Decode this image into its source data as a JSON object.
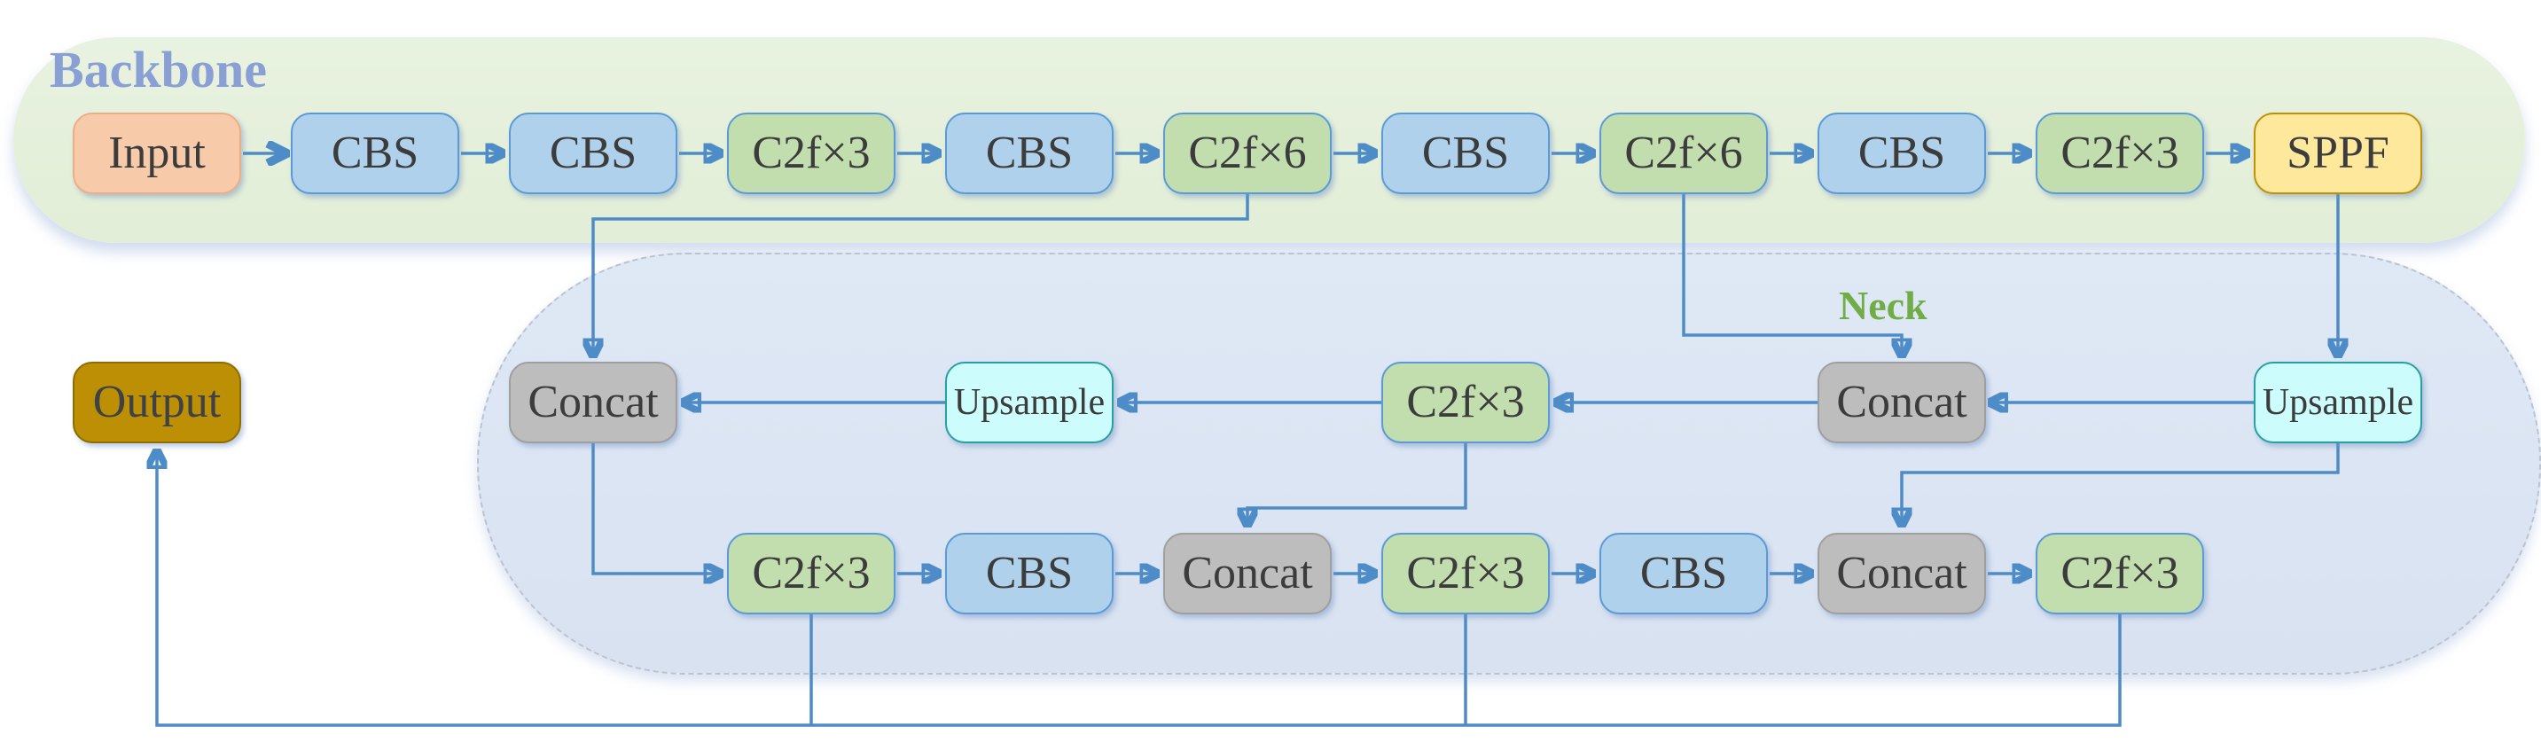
{
  "diagram": {
    "groups": [
      {
        "id": "backbone",
        "label": "Backbone"
      },
      {
        "id": "neck",
        "label": "Neck"
      }
    ],
    "nodes": [
      {
        "id": "input",
        "label": "Input",
        "type": "input"
      },
      {
        "id": "cbs1",
        "label": "CBS",
        "type": "cbs"
      },
      {
        "id": "cbs2",
        "label": "CBS",
        "type": "cbs"
      },
      {
        "id": "c2f3a",
        "label": "C2f×3",
        "type": "c2f"
      },
      {
        "id": "cbs3",
        "label": "CBS",
        "type": "cbs"
      },
      {
        "id": "c2f6a",
        "label": "C2f×6",
        "type": "c2f"
      },
      {
        "id": "cbs4",
        "label": "CBS",
        "type": "cbs"
      },
      {
        "id": "c2f6b",
        "label": "C2f×6",
        "type": "c2f"
      },
      {
        "id": "cbs5",
        "label": "CBS",
        "type": "cbs"
      },
      {
        "id": "c2f3b",
        "label": "C2f×3",
        "type": "c2f"
      },
      {
        "id": "sppf",
        "label": "SPPF",
        "type": "sppf"
      },
      {
        "id": "output",
        "label": "Output",
        "type": "output"
      },
      {
        "id": "concat1",
        "label": "Concat",
        "type": "concat"
      },
      {
        "id": "upsample1",
        "label": "Upsample",
        "type": "upsample"
      },
      {
        "id": "c2f3mid",
        "label": "C2f×3",
        "type": "c2f"
      },
      {
        "id": "concat2",
        "label": "Concat",
        "type": "concat"
      },
      {
        "id": "upsample2",
        "label": "Upsample",
        "type": "upsample"
      },
      {
        "id": "c2f3p3",
        "label": "C2f×3",
        "type": "c2f"
      },
      {
        "id": "cbs6",
        "label": "CBS",
        "type": "cbs"
      },
      {
        "id": "concatb1",
        "label": "Concat",
        "type": "concat"
      },
      {
        "id": "c2f3p4",
        "label": "C2f×3",
        "type": "c2f"
      },
      {
        "id": "cbs7",
        "label": "CBS",
        "type": "cbs"
      },
      {
        "id": "concatb2",
        "label": "Concat",
        "type": "concat"
      },
      {
        "id": "c2f3p5",
        "label": "C2f×3",
        "type": "c2f"
      }
    ],
    "edges": [
      {
        "from": "input",
        "to": "cbs1"
      },
      {
        "from": "cbs1",
        "to": "cbs2"
      },
      {
        "from": "cbs2",
        "to": "c2f3a"
      },
      {
        "from": "c2f3a",
        "to": "cbs3"
      },
      {
        "from": "cbs3",
        "to": "c2f6a"
      },
      {
        "from": "c2f6a",
        "to": "cbs4"
      },
      {
        "from": "cbs4",
        "to": "c2f6b"
      },
      {
        "from": "c2f6b",
        "to": "cbs5"
      },
      {
        "from": "cbs5",
        "to": "c2f3b"
      },
      {
        "from": "c2f3b",
        "to": "sppf"
      },
      {
        "from": "c2f6a",
        "to": "concat1"
      },
      {
        "from": "c2f6b",
        "to": "concat2"
      },
      {
        "from": "sppf",
        "to": "upsample2"
      },
      {
        "from": "upsample2",
        "to": "concat2"
      },
      {
        "from": "concat2",
        "to": "c2f3mid"
      },
      {
        "from": "c2f3mid",
        "to": "upsample1"
      },
      {
        "from": "upsample1",
        "to": "concat1"
      },
      {
        "from": "concat1",
        "to": "c2f3p3"
      },
      {
        "from": "c2f3p3",
        "to": "cbs6"
      },
      {
        "from": "cbs6",
        "to": "concatb1"
      },
      {
        "from": "concatb1",
        "to": "c2f3p4"
      },
      {
        "from": "c2f3p4",
        "to": "cbs7"
      },
      {
        "from": "cbs7",
        "to": "concatb2"
      },
      {
        "from": "concatb2",
        "to": "c2f3p5"
      },
      {
        "from": "c2f3mid",
        "to": "concatb1"
      },
      {
        "from": "upsample2",
        "to": "concatb2"
      },
      {
        "from": "c2f3p3",
        "to": "output"
      },
      {
        "from": "c2f3p4",
        "to": "output"
      },
      {
        "from": "c2f3p5",
        "to": "output"
      }
    ],
    "colors": {
      "arrow": "#4e8cc8",
      "backbone_fill": "#e3efd9",
      "neck_fill": "#dbe5f3",
      "input_fill": "#f7caa9",
      "cbs_fill": "#b0d1ec",
      "c2f_fill": "#c2ddae",
      "sppf_fill": "#fde89c",
      "concat_fill": "#bdbdbd",
      "upsample_fill": "#cdfcfc",
      "output_fill": "#bd8f04",
      "backbone_label_color": "#8a9fd4",
      "neck_label_color": "#70ad47"
    }
  }
}
